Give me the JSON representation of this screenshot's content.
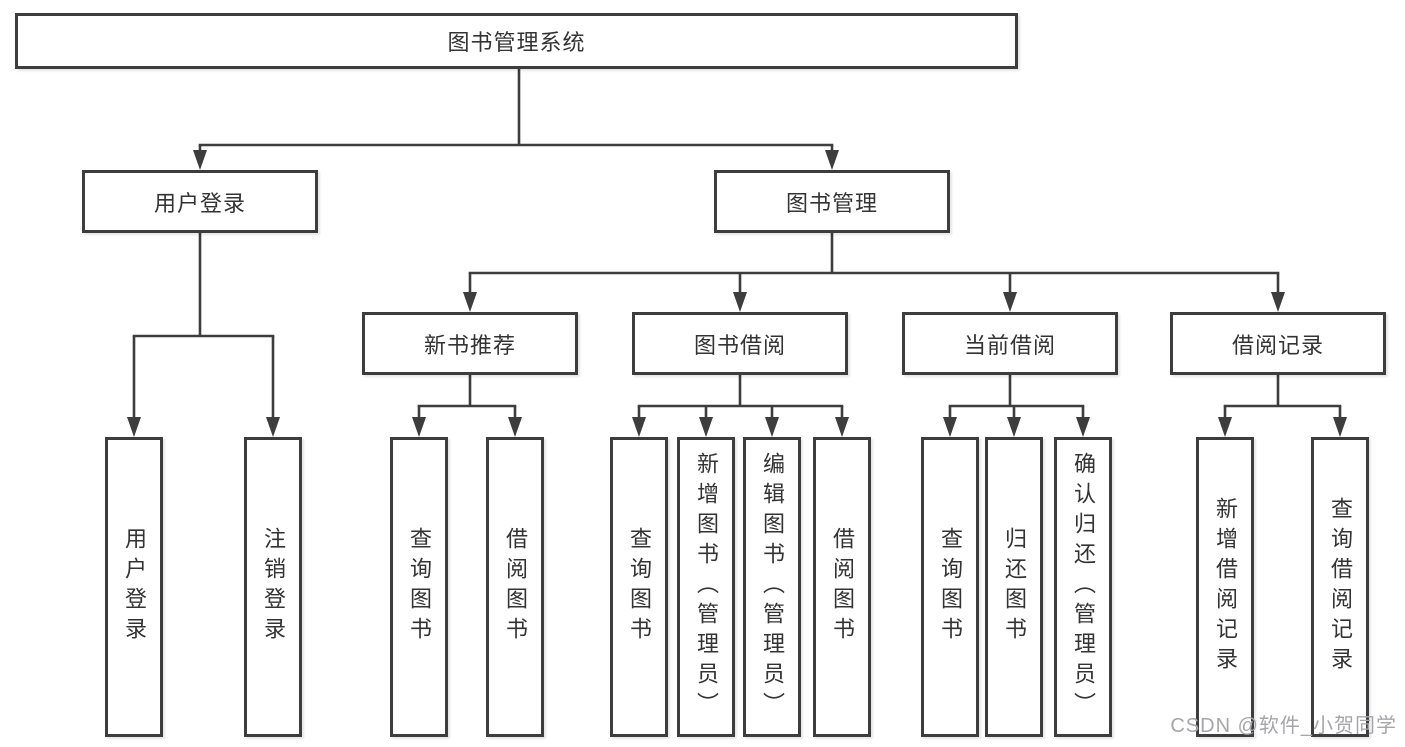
{
  "diagram": {
    "root": {
      "label": "图书管理系统",
      "children": [
        {
          "label": "用户登录",
          "children": [
            {
              "label": "用户登录"
            },
            {
              "label": "注销登录"
            }
          ]
        },
        {
          "label": "图书管理",
          "children": [
            {
              "label": "新书推荐",
              "children": [
                {
                  "label": "查询图书"
                },
                {
                  "label": "借阅图书"
                }
              ]
            },
            {
              "label": "图书借阅",
              "children": [
                {
                  "label": "查询图书"
                },
                {
                  "label": "新增图书（管理员）"
                },
                {
                  "label": "编辑图书（管理员）"
                },
                {
                  "label": "借阅图书"
                }
              ]
            },
            {
              "label": "当前借阅",
              "children": [
                {
                  "label": "查询图书"
                },
                {
                  "label": "归还图书"
                },
                {
                  "label": "确认归还（管理员）"
                }
              ]
            },
            {
              "label": "借阅记录",
              "children": [
                {
                  "label": "新增借阅记录"
                },
                {
                  "label": "查询借阅记录"
                }
              ]
            }
          ]
        }
      ]
    }
  },
  "watermark": {
    "text": "CSDN @软件_小贺同学"
  },
  "colors": {
    "line": "#3d3d3d",
    "border": "#3d3d3d",
    "text": "#333333",
    "background": "#ffffff",
    "watermark": "#a6a6aa"
  }
}
